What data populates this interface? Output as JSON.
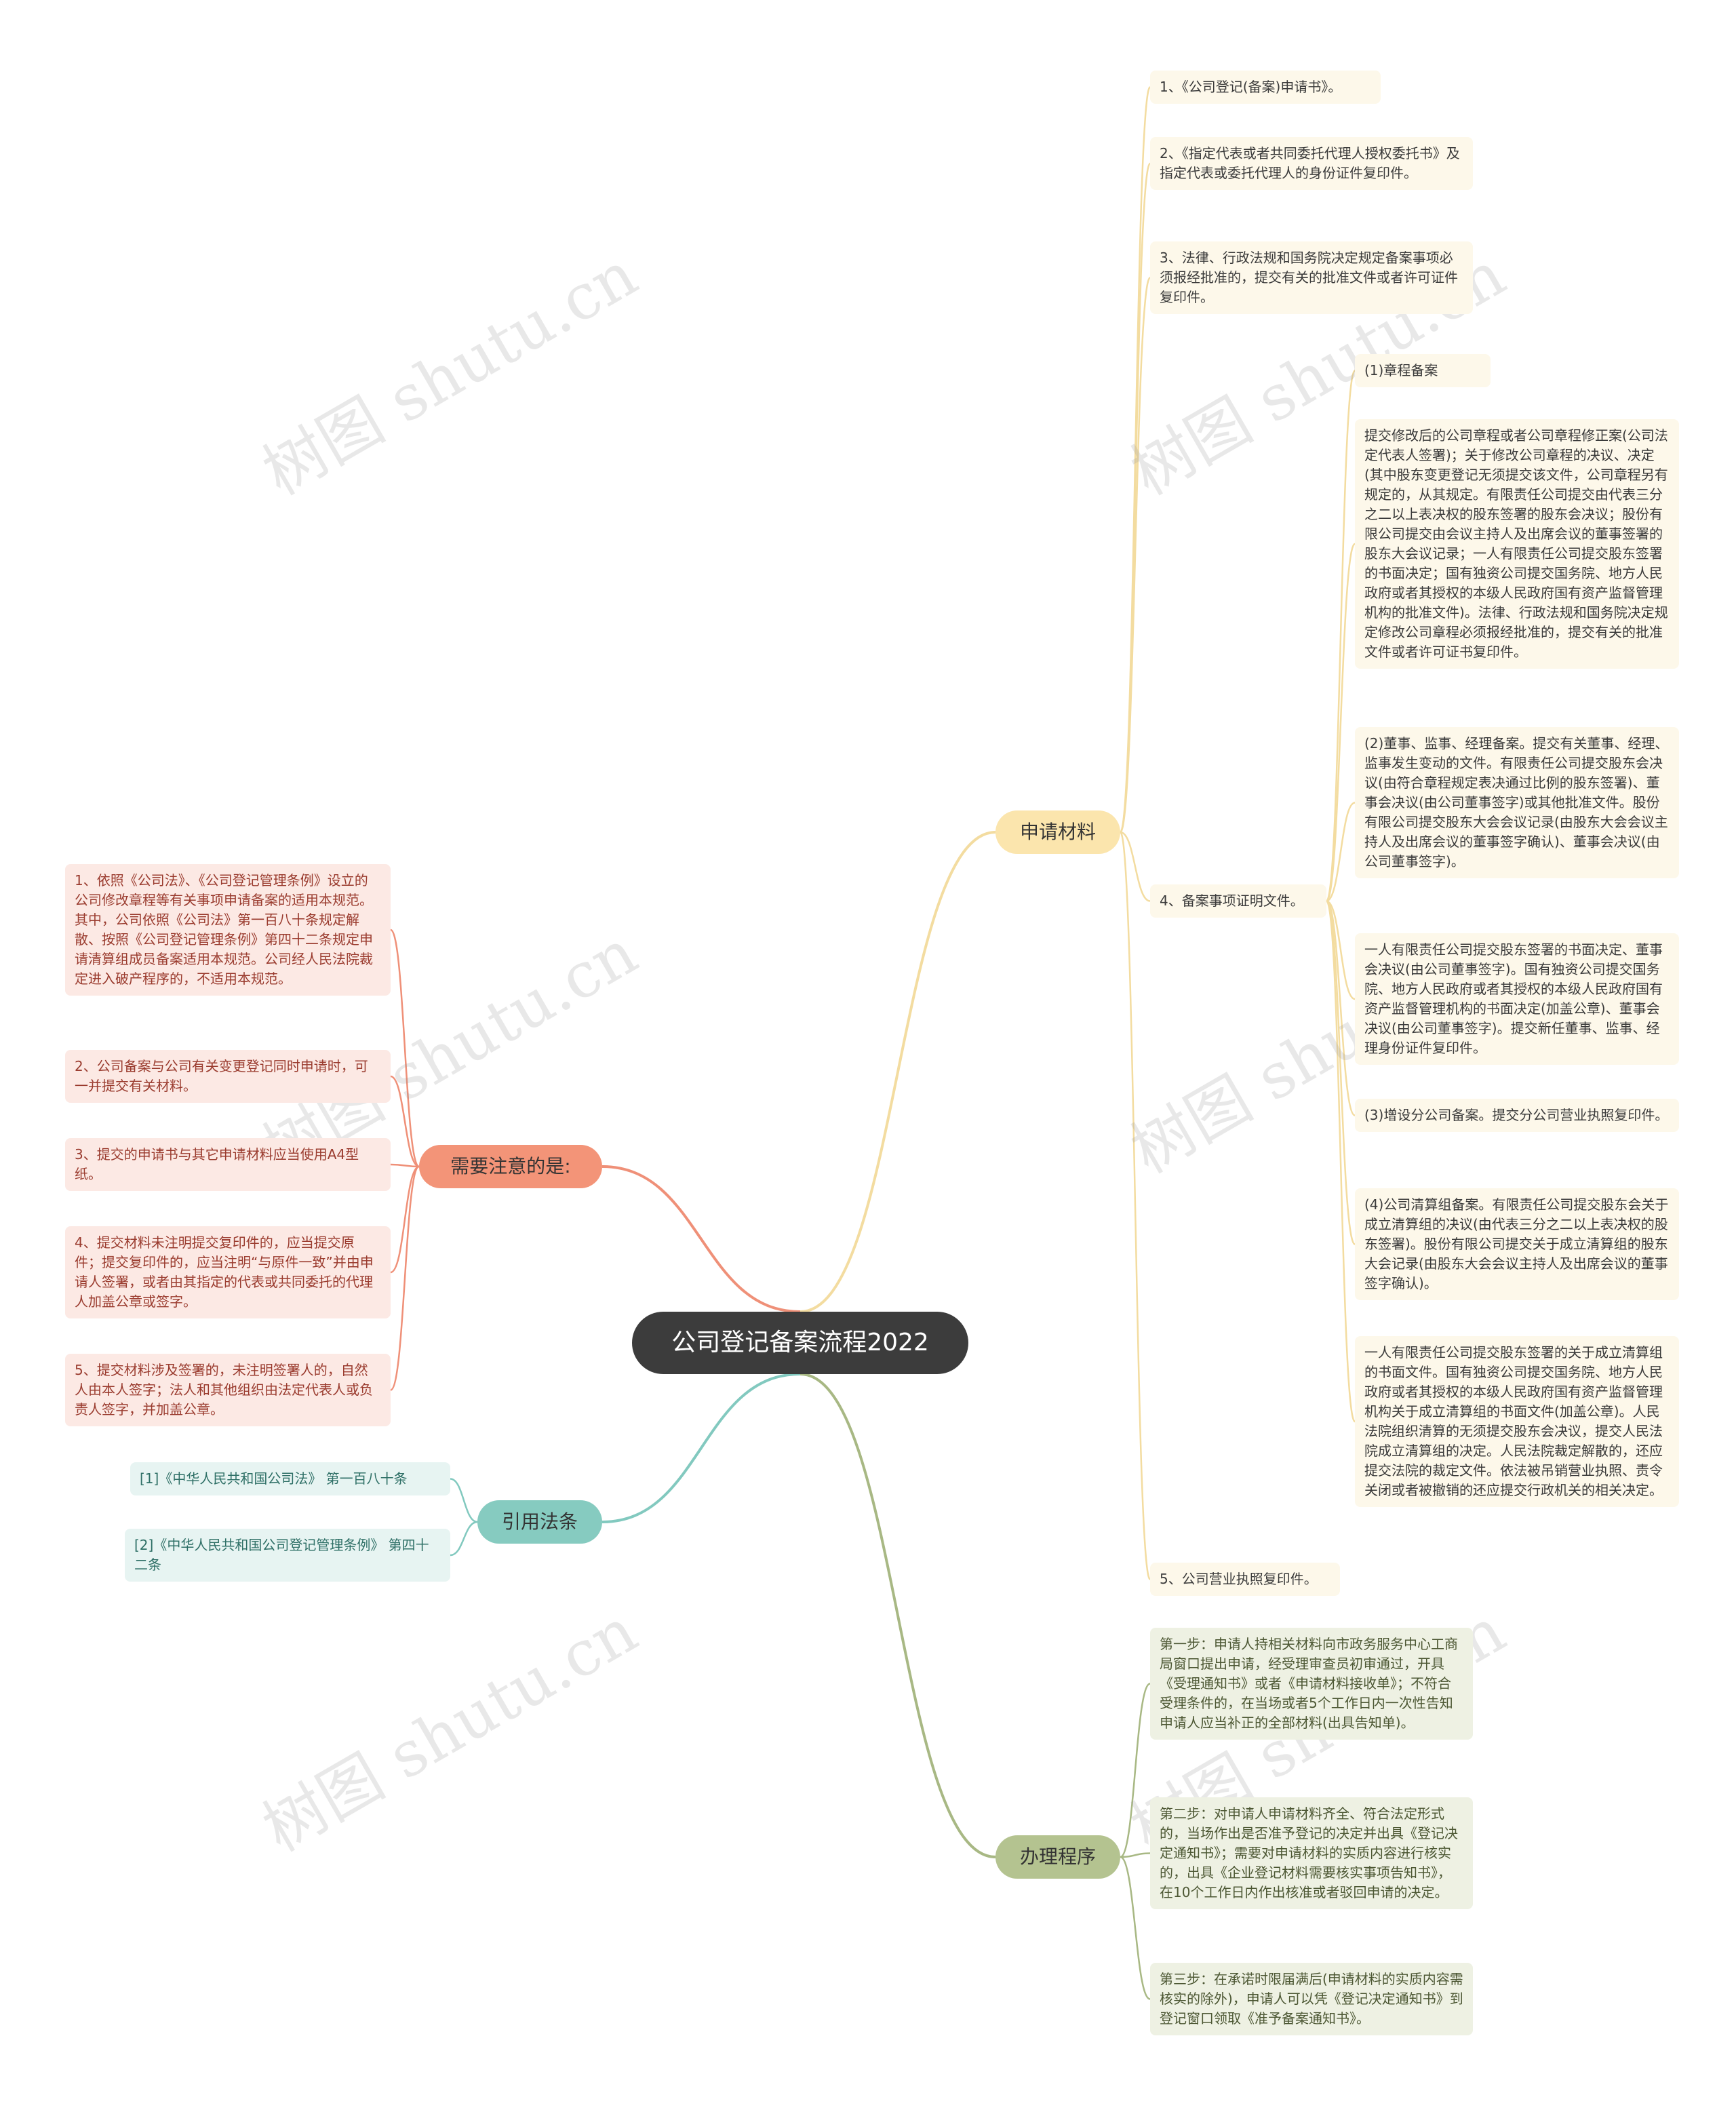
{
  "root": {
    "label": "公司登记备案流程2022"
  },
  "watermark": "树图 shutu.cn",
  "colors": {
    "yellow": "#f3dca0",
    "red": "#ef9078",
    "teal": "#82c9bf",
    "green": "#a8b884"
  },
  "materials": {
    "label": "申请材料",
    "items": [
      "1、《公司登记(备案)申请书》。",
      "2、《指定代表或者共同委托代理人授权委托书》及指定代表或委托代理人的身份证件复印件。",
      "3、法律、行政法规和国务院决定规定备案事项必须报经批准的，提交有关的批准文件或者许可证件复印件。",
      "4、备案事项证明文件。",
      "5、公司营业执照复印件。"
    ],
    "sub": [
      "(1)章程备案",
      "提交修改后的公司章程或者公司章程修正案(公司法定代表人签署)；关于修改公司章程的决议、决定(其中股东变更登记无须提交该文件，公司章程另有规定的，从其规定。有限责任公司提交由代表三分之二以上表决权的股东签署的股东会决议；股份有限公司提交由会议主持人及出席会议的董事签署的股东大会议记录；一人有限责任公司提交股东签署的书面决定；国有独资公司提交国务院、地方人民政府或者其授权的本级人民政府国有资产监督管理机构的批准文件)。法律、行政法规和国务院决定规定修改公司章程必须报经批准的，提交有关的批准文件或者许可证书复印件。",
      "(2)董事、监事、经理备案。提交有关董事、经理、监事发生变动的文件。有限责任公司提交股东会决议(由符合章程规定表决通过比例的股东签署)、董事会决议(由公司董事签字)或其他批准文件。股份有限公司提交股东大会会议记录(由股东大会会议主持人及出席会议的董事签字确认)、董事会决议(由公司董事签字)。",
      "一人有限责任公司提交股东签署的书面决定、董事会决议(由公司董事签字)。国有独资公司提交国务院、地方人民政府或者其授权的本级人民政府国有资产监督管理机构的书面决定(加盖公章)、董事会决议(由公司董事签字)。提交新任董事、监事、经理身份证件复印件。",
      "(3)增设分公司备案。提交分公司营业执照复印件。",
      "(4)公司清算组备案。有限责任公司提交股东会关于成立清算组的决议(由代表三分之二以上表决权的股东签署)。股份有限公司提交关于成立清算组的股东大会记录(由股东大会会议主持人及出席会议的董事签字确认)。",
      "一人有限责任公司提交股东签署的关于成立清算组的书面文件。国有独资公司提交国务院、地方人民政府或者其授权的本级人民政府国有资产监督管理机构关于成立清算组的书面文件(加盖公章)。人民法院组织清算的无须提交股东会决议，提交人民法院成立清算组的决定。人民法院裁定解散的，还应提交法院的裁定文件。依法被吊销营业执照、责令关闭或者被撤销的还应提交行政机关的相关决定。"
    ]
  },
  "notes": {
    "label": "需要注意的是:",
    "items": [
      "1、依照《公司法》、《公司登记管理条例》设立的公司修改章程等有关事项申请备案的适用本规范。其中，公司依照《公司法》第一百八十条规定解散、按照《公司登记管理条例》第四十二条规定申请清算组成员备案适用本规范。公司经人民法院裁定进入破产程序的，不适用本规范。",
      "2、公司备案与公司有关变更登记同时申请时，可一并提交有关材料。",
      "3、提交的申请书与其它申请材料应当使用A4型纸。",
      "4、提交材料未注明提交复印件的，应当提交原件；提交复印件的，应当注明“与原件一致”并由申请人签署，或者由其指定的代表或共同委托的代理人加盖公章或签字。",
      "5、提交材料涉及签署的，未注明签署人的，自然人由本人签字；法人和其他组织由法定代表人或负责人签字，并加盖公章。"
    ]
  },
  "laws": {
    "label": "引用法条",
    "items": [
      "[1]《中华人民共和国公司法》 第一百八十条",
      "[2]《中华人民共和国公司登记管理条例》 第四十二条"
    ]
  },
  "procedure": {
    "label": "办理程序",
    "items": [
      "第一步：申请人持相关材料向市政务服务中心工商局窗口提出申请，经受理审查员初审通过，开具《受理通知书》或者《申请材料接收单》；不符合受理条件的，在当场或者5个工作日内一次性告知申请人应当补正的全部材料(出具告知单)。",
      "第二步：对申请人申请材料齐全、符合法定形式的，当场作出是否准予登记的决定并出具《登记决定通知书》；需要对申请材料的实质内容进行核实的，出具《企业登记材料需要核实事项告知书》，在10个工作日内作出核准或者驳回申请的决定。",
      "第三步：在承诺时限届满后(申请材料的实质内容需核实的除外)，申请人可以凭《登记决定通知书》到登记窗口领取《准予备案通知书》。"
    ]
  }
}
